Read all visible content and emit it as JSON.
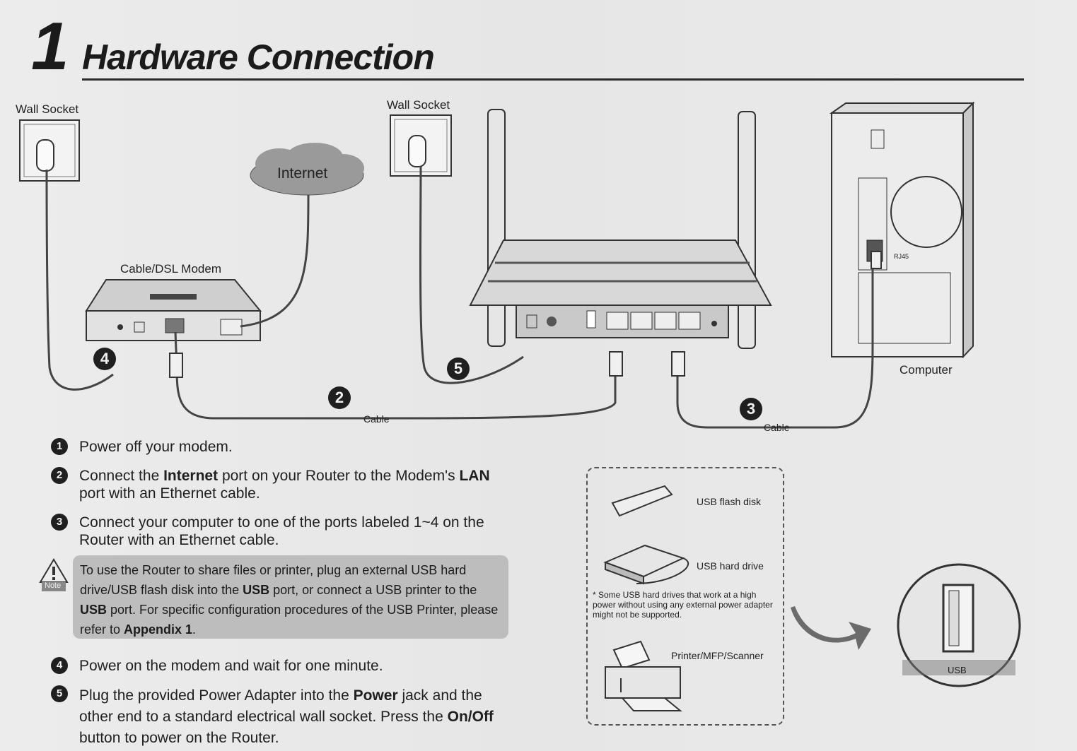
{
  "header": {
    "number": "1",
    "title": "Hardware Connection"
  },
  "diagram": {
    "wall_socket_left": "Wall Socket",
    "wall_socket_right": "Wall Socket",
    "internet": "Internet",
    "modem": "Cable/DSL Modem",
    "computer": "Computer",
    "rj45": "RJ45",
    "cable_left": "Cable",
    "cable_right": "Cable",
    "callouts": [
      "4",
      "2",
      "5",
      "3"
    ],
    "usb_flash": "USB flash disk",
    "usb_hdd": "USB hard drive",
    "usb_note": "* Some USB hard drives that work at a high power without using any external power adapter might not be supported.",
    "printer": "Printer/MFP/Scanner",
    "usb_port": "USB"
  },
  "steps": [
    {
      "num": "1",
      "parts": [
        "Power off your modem."
      ]
    },
    {
      "num": "2",
      "parts": [
        "Connect the ",
        "Internet",
        " port on your Router to the Modem's ",
        "LAN",
        " port with an Ethernet cable."
      ]
    },
    {
      "num": "3",
      "parts": [
        "Connect your computer to one of the ports labeled 1~4 on the Router with an Ethernet cable."
      ]
    },
    {
      "num": "4",
      "parts": [
        "Power on the modem and wait for one minute."
      ]
    },
    {
      "num": "5",
      "parts": [
        "Plug the provided Power Adapter into the ",
        "Power",
        " jack and the other end to a standard electrical wall socket. Press the ",
        "On/Off",
        " button to power on the Router."
      ]
    }
  ],
  "note": {
    "icon_label": "Note",
    "parts": [
      "To use the Router to share files or printer,  plug an external USB hard drive/USB flash disk into the ",
      "USB",
      " port, or connect a USB printer to the ",
      "USB",
      " port.  For specific configuration procedures of the USB Printer, please refer to ",
      "Appendix 1",
      "."
    ]
  }
}
